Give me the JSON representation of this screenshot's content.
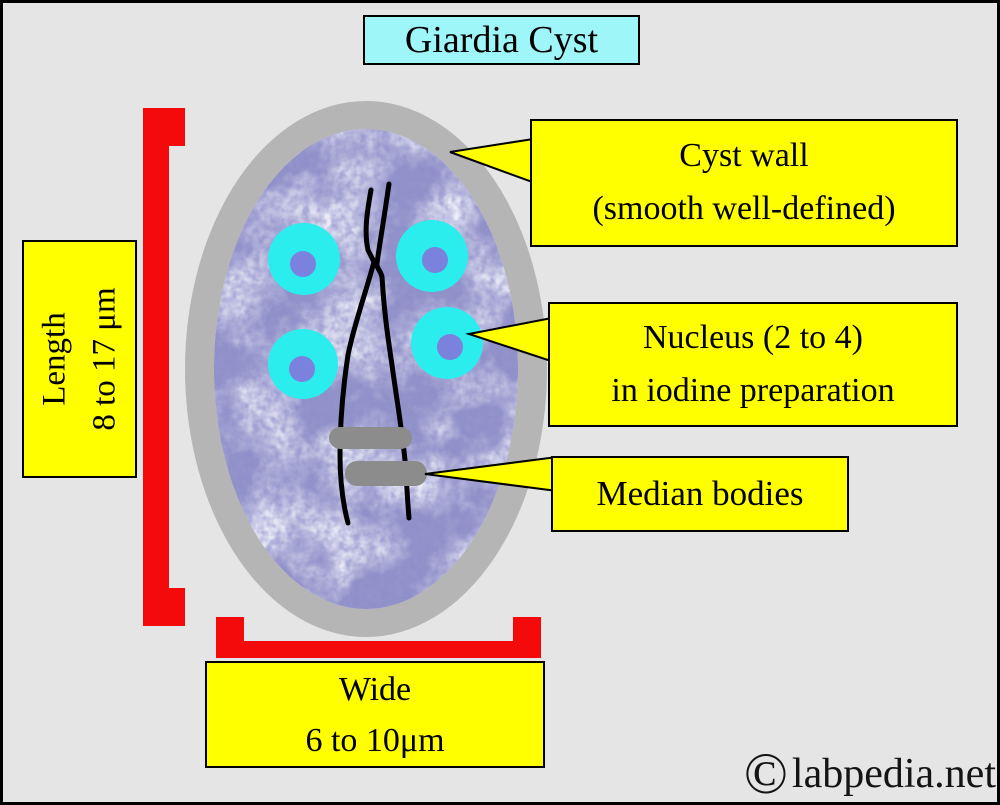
{
  "title": {
    "label": "Giardia Cyst"
  },
  "labels": {
    "length": {
      "line1": "Length",
      "line2": "8 to 17 μm"
    },
    "width": {
      "line1": "Wide",
      "line2": "6  to 10μm"
    }
  },
  "callouts": {
    "cyst_wall": {
      "line1": "Cyst wall",
      "line2": "(smooth well-defined)"
    },
    "nucleus": {
      "line1": "Nucleus (2 to 4)",
      "line2": "in iodine preparation"
    },
    "median_bodies": {
      "label": "Median bodies"
    }
  },
  "watermark": {
    "symbol": "©",
    "site": "labpedia.net"
  },
  "colors": {
    "background": "#E5E5E5",
    "border": "#000000",
    "title_box_fill": "#9EF6F8",
    "label_box_fill": "#FFFF00",
    "bracket_red": "#F40A0A",
    "cyst_wall_gray": "#B5B5B5",
    "cytoplasm_base": "#EDEDF8",
    "cytoplasm_mottle": "#9494CB",
    "nucleus_cyan": "#2BEDED",
    "karyosome_purple": "#7B82DE",
    "median_body_gray": "#8C8C8C",
    "axoneme_black": "#000000",
    "text": "#000000"
  }
}
